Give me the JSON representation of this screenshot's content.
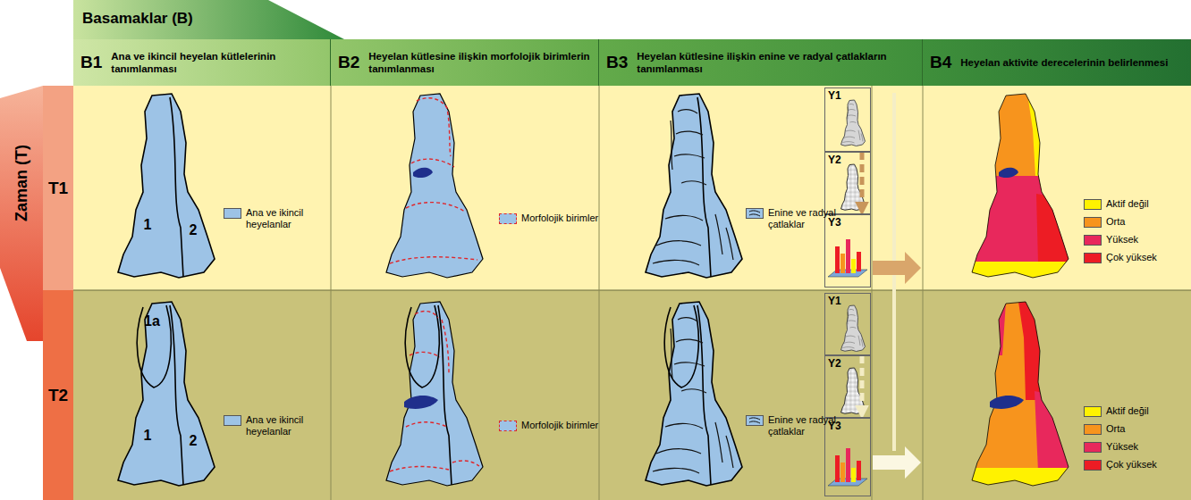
{
  "diagram": {
    "nodes": [
      {
        "text": [
          "Basamaklar (B)"
        ]
      },
      {
        "text": [
          "B1",
          "Ana ve ikincil heyelan kütlelerinin tanımlanması"
        ]
      },
      {
        "text": [
          "B2",
          "Heyelan kütlesine ilişkin morfolojik birimlerin tanımlanması"
        ]
      },
      {
        "text": [
          "B3",
          "Heyelan kütlesine ilişkin enine ve radyal çatlakların tanımlanması"
        ]
      },
      {
        "text": [
          "B4",
          "Heyelan aktivite derecelerinin belirlenmesi"
        ]
      },
      {
        "text": [
          "Zaman (T)"
        ]
      },
      {
        "text": [
          "T1"
        ]
      },
      {
        "text": [
          "T2"
        ]
      },
      {
        "text": [
          "Y1"
        ]
      },
      {
        "text": [
          "Y2"
        ]
      },
      {
        "text": [
          "Y3"
        ]
      },
      {
        "text": [
          "Y1"
        ]
      },
      {
        "text": [
          "Y2"
        ]
      },
      {
        "text": [
          "Y3"
        ]
      }
    ],
    "edges": [
      {
        "from": 8,
        "to": 10,
        "arrow": "to"
      },
      {
        "from": 11,
        "to": 13,
        "arrow": "to"
      }
    ],
    "labels": [
      "1",
      "2",
      "1a",
      "1",
      "2"
    ],
    "legend": [
      {
        "text": "Ana ve ikincil heyelanlar",
        "color": "#9dc3e6"
      },
      {
        "text": "Morfolojik birimler"
      },
      {
        "text": "Enine ve radyal çatlaklar"
      },
      {
        "text": "Aktif değil",
        "color": "#fff200"
      },
      {
        "text": "Orta",
        "color": "#f7941d"
      },
      {
        "text": "Yüksek",
        "color": "#e8285c"
      },
      {
        "text": "Çok yüksek",
        "color": "#ed1c24"
      },
      {
        "text": "Ana ve ikincil heyelanlar",
        "color": "#9dc3e6"
      },
      {
        "text": "Morfolojik birimler"
      },
      {
        "text": "Enine ve radyal çatlaklar"
      },
      {
        "text": "Aktif değil",
        "color": "#fff200"
      },
      {
        "text": "Orta",
        "color": "#f7941d"
      },
      {
        "text": "Yüksek",
        "color": "#e8285c"
      },
      {
        "text": "Çok yüksek",
        "color": "#ed1c24"
      }
    ]
  }
}
